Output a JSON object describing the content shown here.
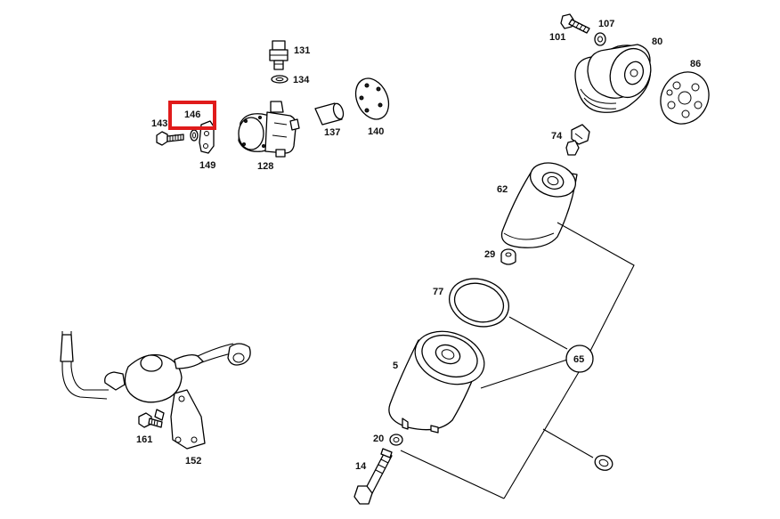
{
  "diagram": {
    "highlight_color": "#e01b1b",
    "highlighted_part": "146",
    "labels": {
      "p101": "101",
      "p107": "107",
      "p80": "80",
      "p86": "86",
      "p131": "131",
      "p134": "134",
      "p137": "137",
      "p140": "140",
      "p143": "143",
      "p146": "146",
      "p149": "149",
      "p128": "128",
      "p74": "74",
      "p62": "62",
      "p29": "29",
      "p77": "77",
      "p65": "65",
      "p5": "5",
      "p20": "20",
      "p14": "14",
      "p161": "161",
      "p152": "152"
    }
  }
}
